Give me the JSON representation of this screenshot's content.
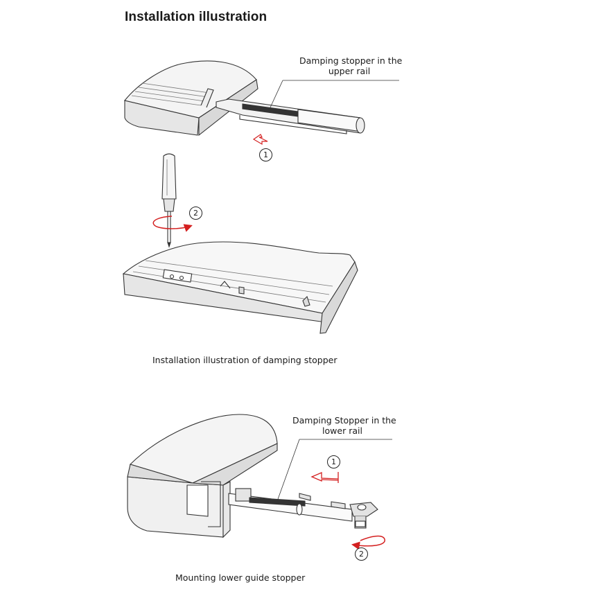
{
  "heading": "Installation illustration",
  "upper": {
    "callout_line1": "Damping stopper in the",
    "callout_line2": "upper rail",
    "step1": "1",
    "step2": "2",
    "caption": "Installation illustration of damping stopper"
  },
  "lower": {
    "callout_line1": "Damping Stopper in the",
    "callout_line2": "lower rail",
    "step1": "1",
    "step2": "2",
    "caption": "Mounting lower guide  stopper"
  },
  "colors": {
    "arrow": "#d42020",
    "line": "#333333",
    "fill": "#f2f2f2",
    "shade": "#d9d9d9"
  }
}
